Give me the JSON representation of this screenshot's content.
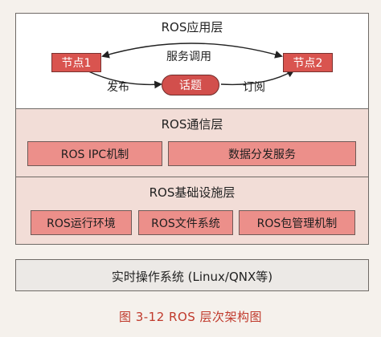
{
  "app_layer": {
    "title": "ROS应用层",
    "node1": "节点1",
    "node2": "节点2",
    "service_call": "服务调用",
    "topic": "话题",
    "publish": "发布",
    "subscribe": "订阅"
  },
  "comm_layer": {
    "title": "ROS通信层",
    "ipc": "ROS  IPC机制",
    "distribution": "数据分发服务"
  },
  "infra_layer": {
    "title": "ROS基础设施层",
    "runtime": "ROS运行环境",
    "filesystem": "ROS文件系统",
    "package": "ROS包管理机制"
  },
  "os_layer": {
    "label": "实时操作系统 (Linux/QNX等)"
  },
  "caption": "图 3-12    ROS 层次架构图",
  "colors": {
    "node_fill": "#d9544f",
    "box_fill": "#ec8f8a",
    "band_fill": "#f2ddd7",
    "caption": "#c0392b"
  }
}
